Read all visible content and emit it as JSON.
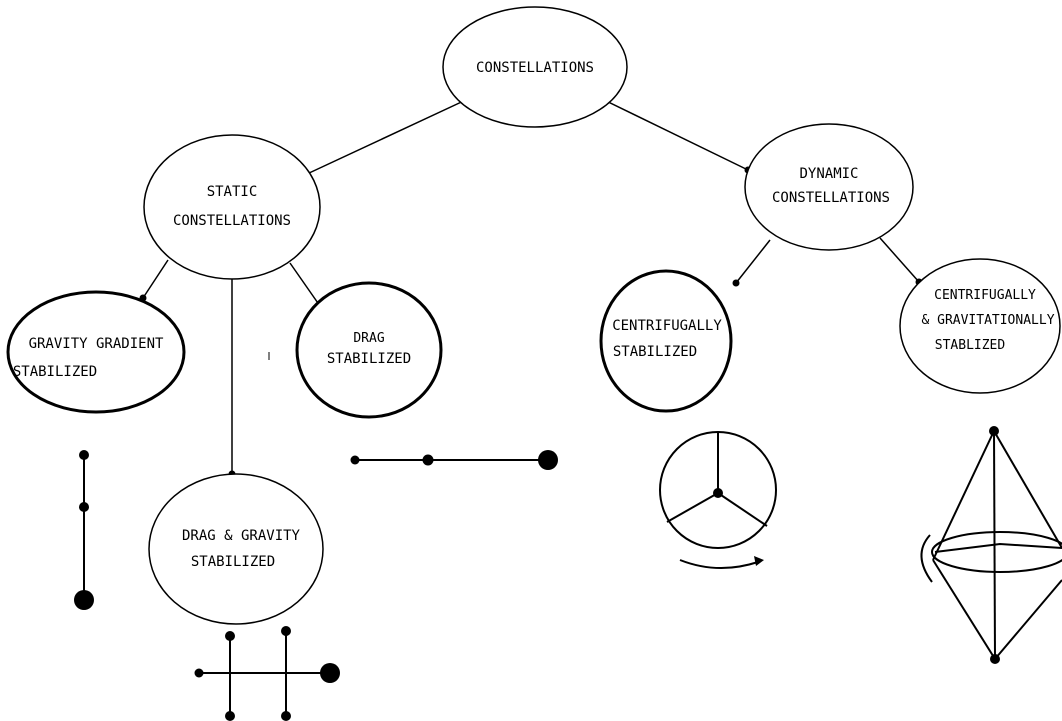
{
  "nodes": {
    "constellations": {
      "line1": "CONSTELLATIONS"
    },
    "static": {
      "line1": "STATIC",
      "line2": "CONSTELLATIONS"
    },
    "dynamic": {
      "line1": "DYNAMIC",
      "line2": "CONSTELLATIONS"
    },
    "gravity_gradient": {
      "line1": "GRAVITY GRADIENT",
      "line2": "STABILIZED"
    },
    "drag": {
      "line1": "DRAG",
      "line2": "STABILIZED"
    },
    "drag_gravity": {
      "line1": "DRAG & GRAVITY",
      "line2": "STABILIZED"
    },
    "centrifugally": {
      "line1": "CENTRIFUGALLY",
      "line2": "STABILIZED"
    },
    "centrifugally_grav": {
      "line1": "CENTRIFUGALLY",
      "line2": "& GRAVITATIONALLY",
      "line3": "STABLIZED"
    }
  }
}
